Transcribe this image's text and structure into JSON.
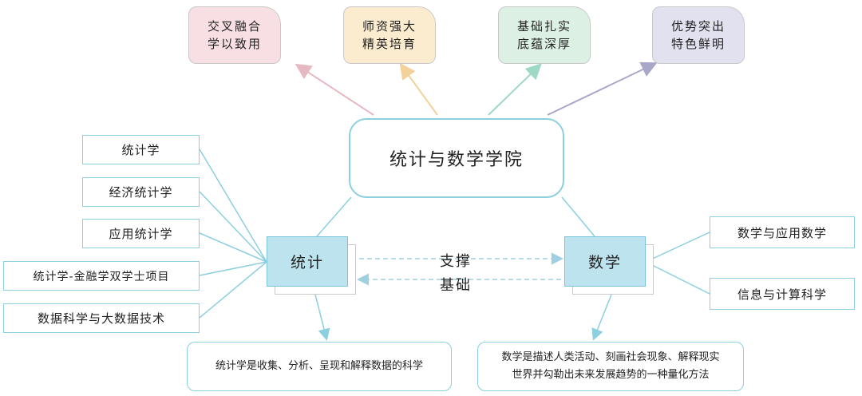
{
  "center": {
    "title": "统计与数学学院"
  },
  "features": [
    {
      "line1": "交叉融合",
      "line2": "学以致用",
      "color": "#f7dfe3"
    },
    {
      "line1": "师资强大",
      "line2": "精英培育",
      "color": "#fbecd0"
    },
    {
      "line1": "基础扎实",
      "line2": "底蕴深厚",
      "color": "#dcf1e4"
    },
    {
      "line1": "优势突出",
      "line2": "特色鲜明",
      "color": "#e2e1ef"
    }
  ],
  "statistics": {
    "label": "统计",
    "majors": [
      "统计学",
      "经济统计学",
      "应用统计学",
      "统计学-金融学双学士项目",
      "数据科学与大数据技术"
    ],
    "definition": "统计学是收集、分析、呈现和解释数据的科学"
  },
  "mathematics": {
    "label": "数学",
    "majors": [
      "数学与应用数学",
      "信息与计算科学"
    ],
    "definition_line1": "数学是描述人类活动、刻画社会现象、解释现实",
    "definition_line2": "世界并勾勒出未来发展趋势的一种量化方法"
  },
  "relation": {
    "top": "支撑",
    "bottom": "基础"
  },
  "colors": {
    "accent": "#8ccfdf",
    "hub_fill": "#bde3ef"
  }
}
